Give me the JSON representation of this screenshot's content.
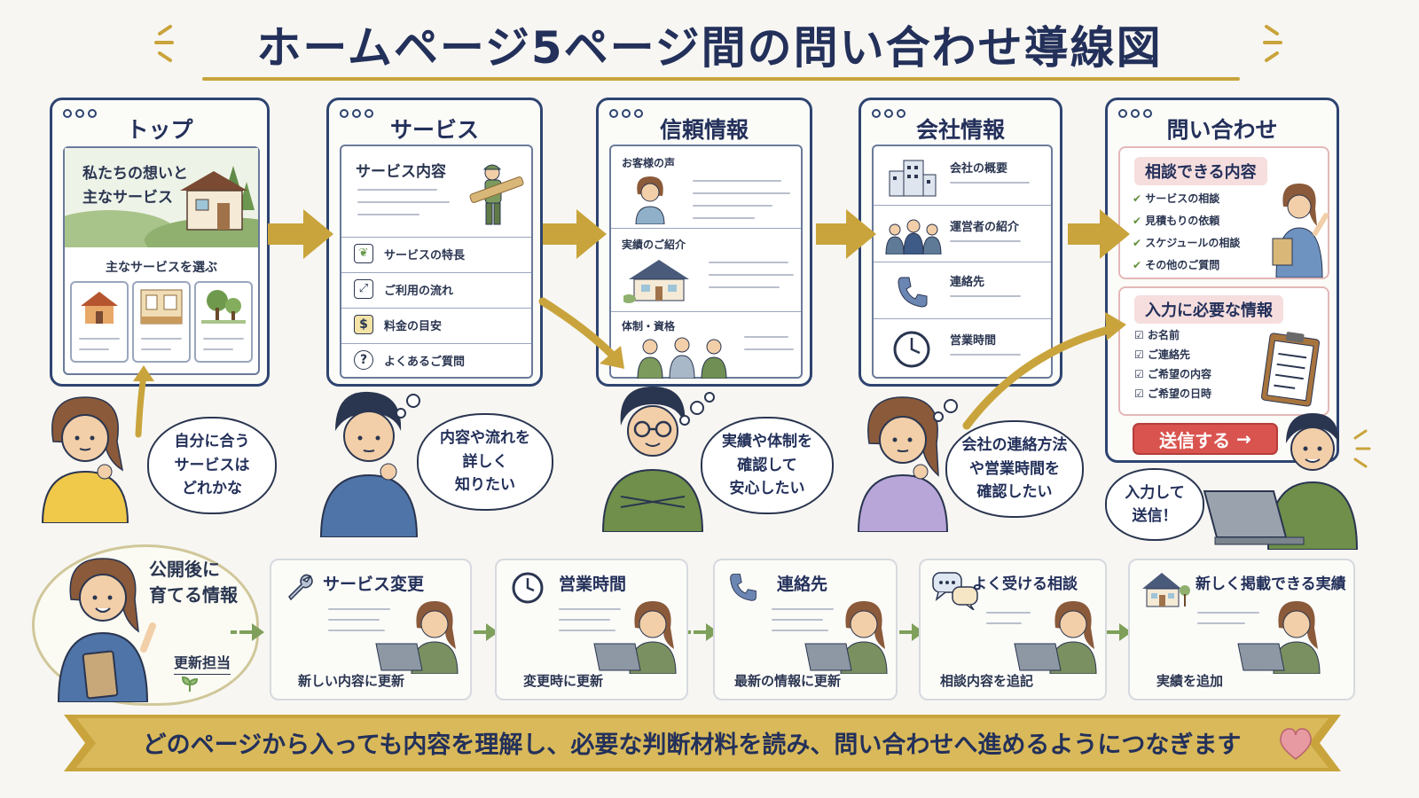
{
  "title": "ホームページ5ページ間の問い合わせ導線図",
  "colors": {
    "navy": "#23305a",
    "gold": "#c9a43c",
    "green_arrow": "#7ea05a",
    "red_button": "#d9534f",
    "pink_chip": "#f6dede"
  },
  "pages": {
    "top": {
      "title": "トップ",
      "hero_text": "私たちの想いと\n主なサービス",
      "choose_label": "主なサービスを選ぶ",
      "thumbs": [
        "house-icon",
        "room-icon",
        "trees-icon"
      ]
    },
    "service": {
      "title": "サービス",
      "content_label": "サービス内容",
      "items": [
        {
          "icon": "leaf-icon",
          "label": "サービスの特長"
        },
        {
          "icon": "flow-icon",
          "label": "ご利用の流れ"
        },
        {
          "icon": "dollar-icon",
          "label": "料金の目安"
        },
        {
          "icon": "question-icon",
          "label": "よくあるご質問"
        }
      ]
    },
    "trust": {
      "title": "信頼情報",
      "sections": [
        "お客様の声",
        "実績のご紹介",
        "体制・資格"
      ]
    },
    "company": {
      "title": "会社情報",
      "items": [
        {
          "icon": "building-icon",
          "label": "会社の概要"
        },
        {
          "icon": "people-icon",
          "label": "運営者の紹介"
        },
        {
          "icon": "phone-icon",
          "label": "連絡先"
        },
        {
          "icon": "clock-icon",
          "label": "営業時間"
        }
      ]
    },
    "contact": {
      "title": "問い合わせ",
      "consult_header": "相談できる内容",
      "consult_items": [
        "サービスの相談",
        "見積もりの依頼",
        "スケジュールの相談",
        "その他のご質問"
      ],
      "input_header": "入力に必要な情報",
      "input_items": [
        "お名前",
        "ご連絡先",
        "ご希望の内容",
        "ご希望の日時"
      ],
      "send_button": "送信する"
    }
  },
  "bubbles": [
    "自分に合う\nサービスは\nどれかな",
    "内容や流れを\n詳しく\n知りたい",
    "実績や体制を\n確認して\n安心したい",
    "会社の連絡方法\nや営業時間を\n確認したい",
    "入力して\n送信！"
  ],
  "update_section": {
    "intro_text": "公開後に\n育てる情報",
    "person_label": "更新担当",
    "cards": [
      {
        "icon": "wrench-icon",
        "title": "サービス変更",
        "footer": "新しい内容に更新"
      },
      {
        "icon": "clock-icon",
        "title": "営業時間",
        "footer": "変更時に更新"
      },
      {
        "icon": "phone-icon",
        "title": "連絡先",
        "footer": "最新の情報に更新"
      },
      {
        "icon": "chat-icon",
        "title": "よく受ける相談",
        "footer": "相談内容を追記"
      },
      {
        "icon": "house-icon",
        "title": "新しく掲載できる実績",
        "footer": "実績を追加"
      }
    ]
  },
  "banner": "どのページから入っても内容を理解し、必要な判断材料を読み、問い合わせへ進めるようにつなぎます"
}
